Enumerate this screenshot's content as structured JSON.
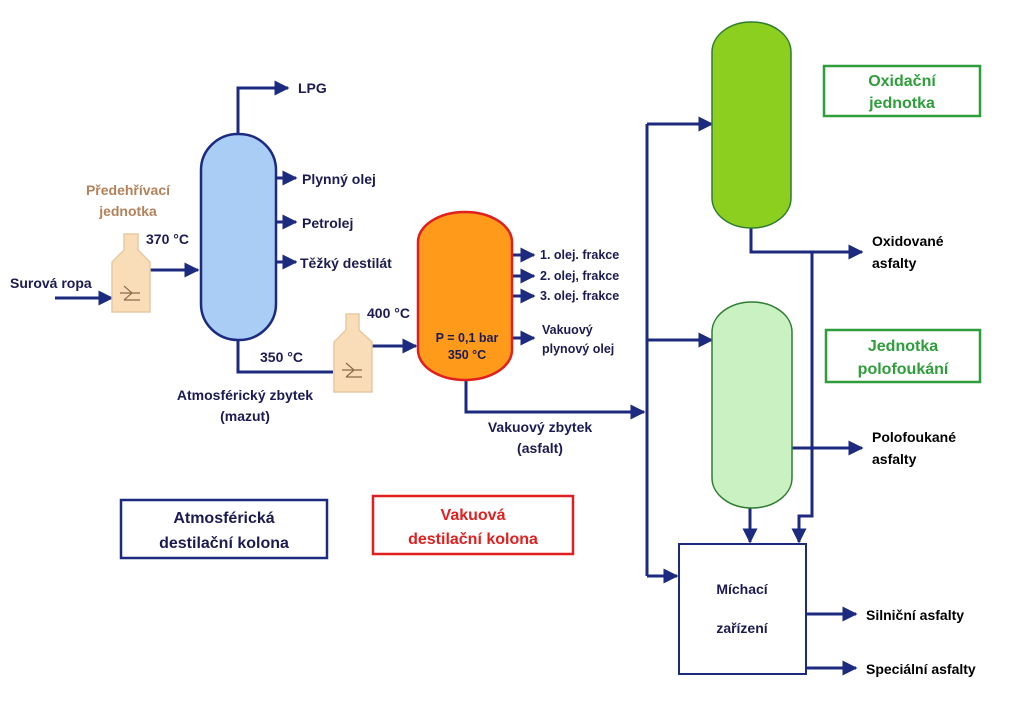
{
  "colors": {
    "flow": "#1c2a80",
    "atm_column_fill": "#a9cdf4",
    "atm_column_stroke": "#1c2a80",
    "vac_column_fill": "#ff9a1a",
    "vac_column_stroke": "#e02020",
    "oxidation_fill": "#8ccf1e",
    "semiblow_fill": "#c9f1c1",
    "green_stroke": "#2e7d32",
    "heater_fill": "#f8ddb8",
    "preheat_text": "#b4825a",
    "label_dark": "#1b1b52",
    "box_atm": "#1c2a80",
    "box_vac": "#e02020",
    "box_green": "#2e9e3a",
    "vac_text": "#e02020",
    "green_text": "#2e9e3a"
  },
  "inputs": {
    "crude": "Surová ropa",
    "preheat_line1": "Předehřívací",
    "preheat_line2": "jednotka",
    "temp_370": "370 °C",
    "temp_400": "400 °C"
  },
  "atmospheric": {
    "products": {
      "lpg": "LPG",
      "gas_oil": "Plynný olej",
      "kerosene": "Petrolej",
      "heavy_distillate": "Těžký destilát"
    },
    "bottom_temp": "350 °C",
    "residue_line1": "Atmosférický zbytek",
    "residue_line2": "(mazut)"
  },
  "vacuum": {
    "pressure": "P = 0,1 bar",
    "temp": "350 °C",
    "fractions": {
      "f1": "1. olej. frakce",
      "f2": "2. olej, frakce",
      "f3": "3. olej. frakce"
    },
    "vac_gas_oil_line1": "Vakuový",
    "vac_gas_oil_line2": "plynový olej",
    "residue_line1": "Vakuový zbytek",
    "residue_line2": "(asfalt)"
  },
  "legend": {
    "atm_line1": "Atmosférická",
    "atm_line2": "destilační kolona",
    "vac_line1": "Vakuová",
    "vac_line2": "destilační kolona",
    "oxid_line1": "Oxidační",
    "oxid_line2": "jednotka",
    "semi_line1": "Jednotka",
    "semi_line2": "polofoukání"
  },
  "outputs": {
    "oxidized_line1": "Oxidované",
    "oxidized_line2": "asfalty",
    "semiblown_line1": "Polofoukané",
    "semiblown_line2": "asfalty",
    "road": "Silniční asfalty",
    "special": "Speciální asfalty"
  },
  "mixer": {
    "line1": "Míchací",
    "line2": "zařízení"
  }
}
